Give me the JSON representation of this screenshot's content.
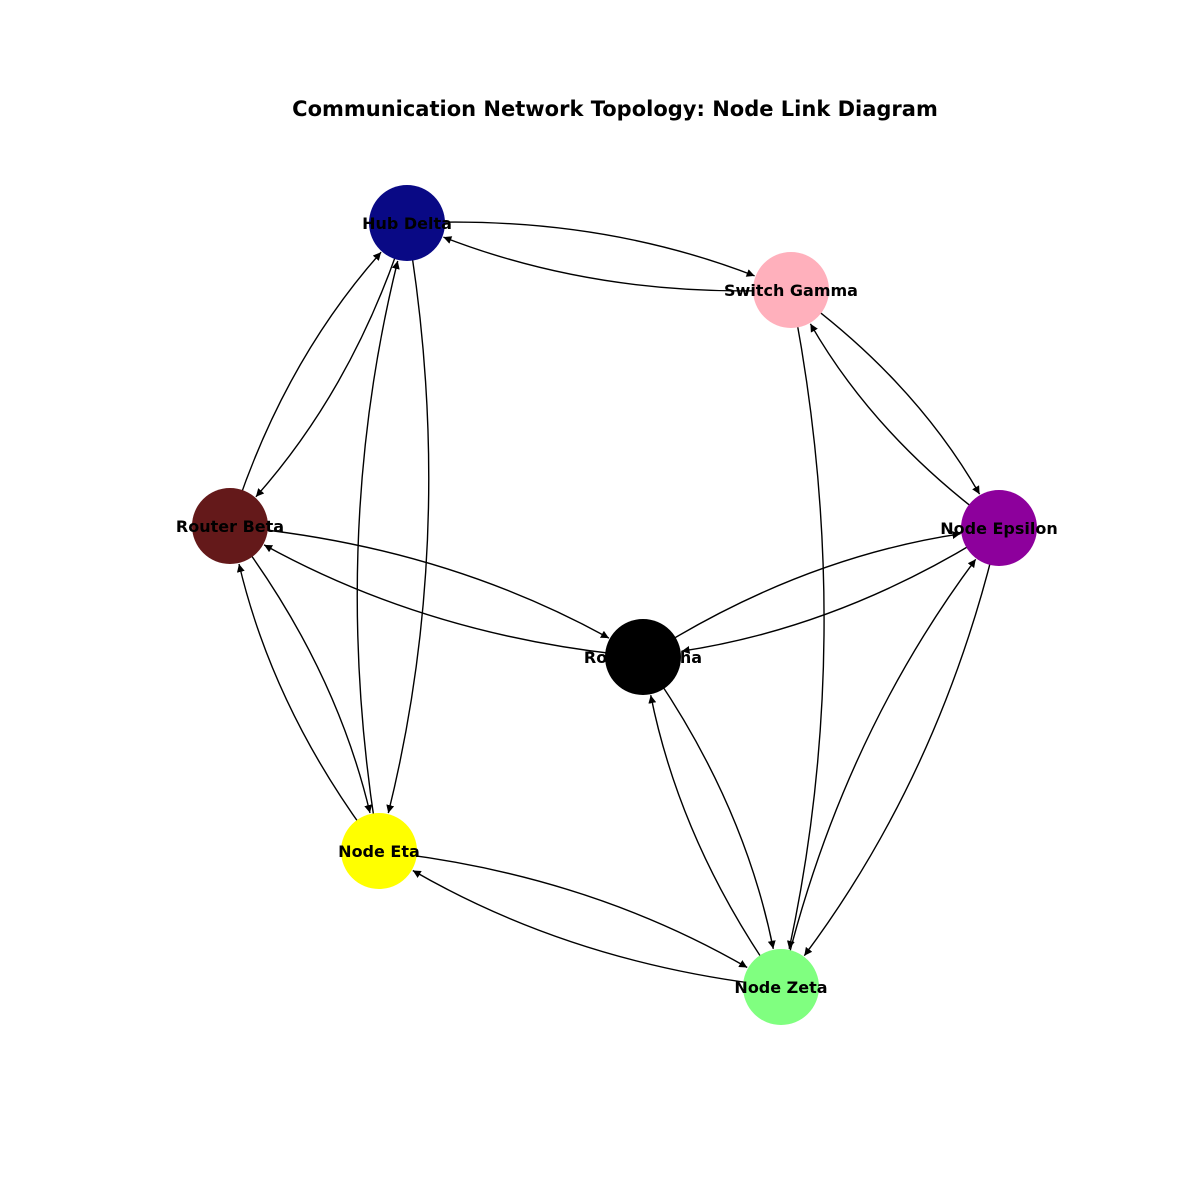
{
  "title": "Communication Network Topology: Node Link Diagram",
  "nodes": [
    {
      "id": "router_alpha",
      "label": "Router Alpha",
      "color": "#000000"
    },
    {
      "id": "router_beta",
      "label": "Router Beta",
      "color": "#64191a"
    },
    {
      "id": "switch_gamma",
      "label": "Switch Gamma",
      "color": "#ffb0bc"
    },
    {
      "id": "hub_delta",
      "label": "Hub Delta",
      "color": "#090985"
    },
    {
      "id": "node_epsilon",
      "label": "Node Epsilon",
      "color": "#8d009c"
    },
    {
      "id": "node_zeta",
      "label": "Node Zeta",
      "color": "#80ff80"
    },
    {
      "id": "node_eta",
      "label": "Node Eta",
      "color": "#ffff00"
    }
  ],
  "edges": [
    {
      "from": "router_alpha",
      "to": "router_beta"
    },
    {
      "from": "router_beta",
      "to": "router_alpha"
    },
    {
      "from": "router_alpha",
      "to": "node_epsilon"
    },
    {
      "from": "node_epsilon",
      "to": "router_alpha"
    },
    {
      "from": "router_alpha",
      "to": "node_zeta"
    },
    {
      "from": "node_zeta",
      "to": "router_alpha"
    },
    {
      "from": "hub_delta",
      "to": "switch_gamma"
    },
    {
      "from": "switch_gamma",
      "to": "hub_delta"
    },
    {
      "from": "hub_delta",
      "to": "router_beta"
    },
    {
      "from": "router_beta",
      "to": "hub_delta"
    },
    {
      "from": "hub_delta",
      "to": "node_eta"
    },
    {
      "from": "node_eta",
      "to": "hub_delta"
    },
    {
      "from": "switch_gamma",
      "to": "node_epsilon"
    },
    {
      "from": "node_epsilon",
      "to": "switch_gamma"
    },
    {
      "from": "switch_gamma",
      "to": "node_zeta"
    },
    {
      "from": "router_beta",
      "to": "node_eta"
    },
    {
      "from": "node_eta",
      "to": "router_beta"
    },
    {
      "from": "node_epsilon",
      "to": "node_zeta"
    },
    {
      "from": "node_zeta",
      "to": "node_epsilon"
    },
    {
      "from": "node_zeta",
      "to": "node_eta"
    },
    {
      "from": "node_eta",
      "to": "node_zeta"
    }
  ]
}
